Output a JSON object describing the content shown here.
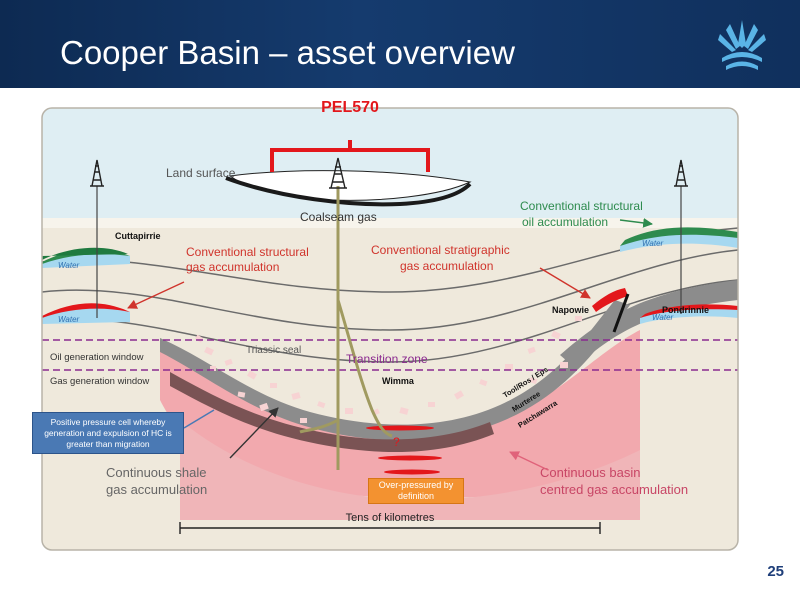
{
  "slide": {
    "title": "Cooper Basin – asset overview",
    "page_number": "25"
  },
  "labels": {
    "pel": "PEL570",
    "land_surface": "Land surface",
    "coalseam_gas": "Coalseam gas",
    "conv_struct_oil": [
      "Conventional structural",
      "oil accumulation"
    ],
    "conv_struct_gas": [
      "Conventional structural",
      "gas accumulation"
    ],
    "conv_strat_gas": [
      "Conventional stratigraphic",
      "gas accumulation"
    ],
    "cuttapirrie": "Cuttapirrie",
    "napowie": "Napowie",
    "pondrinnie": "Pondrinnie",
    "water": "Water",
    "oil_window": "Oil generation window",
    "gas_window": "Gas generation window",
    "triassic_seal": "Triassic seal",
    "transition_zone": "Transition zone",
    "wimma": "Wimma",
    "toolachee": "Tool/Ros / Eps",
    "murteree": "Murteree",
    "patchawarra": "Patchawarra",
    "question": "?",
    "pressure_cell": "Positive pressure cell whereby generation and expulsion of HC is greater than migration",
    "shale_gas": [
      "Continuous shale",
      "gas accumulation"
    ],
    "basin_gas": [
      "Continuous basin",
      "centred gas accumulation"
    ],
    "over_pressured": "Over-pressured by definition",
    "scale": "Tens of kilometres"
  },
  "colors": {
    "header": "#153b6e",
    "pel_red": "#e3171b",
    "label_red": "#d0342c",
    "label_green": "#2e8b4e",
    "transition_purple": "#8a2a8f",
    "pink_zone": "#f2a9ae",
    "box_blue": "#4a79b4",
    "box_orange": "#f39230"
  },
  "icons": [
    "logo-icon",
    "derrick-icon"
  ]
}
